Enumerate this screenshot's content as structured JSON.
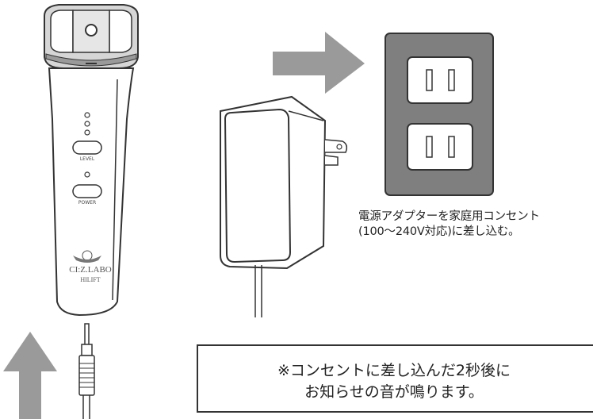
{
  "device": {
    "level_label": "LEVEL",
    "power_label": "POWER",
    "brand_name": "CI:Z.LABO",
    "model_name": "HILIFT"
  },
  "instructions": {
    "adapter_caption_line1": "電源アダプターを家庭用コンセント",
    "adapter_caption_line2": "(100〜240V対応)に差し込む。",
    "notice_line1": "※コンセントに差し込んだ2秒後に",
    "notice_line2": "お知らせの音が鳴ります。"
  },
  "colors": {
    "arrow": "#9a9a9a",
    "outlet_plate": "#7f7f7f",
    "line": "#333333"
  }
}
